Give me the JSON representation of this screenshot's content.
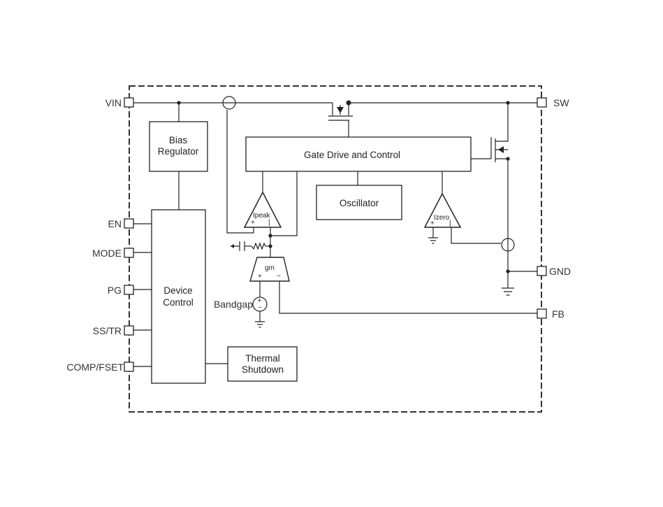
{
  "pins": {
    "vin": "VIN",
    "en": "EN",
    "mode": "MODE",
    "pg": "PG",
    "ss_tr": "SS/TR",
    "comp_fset": "COMP/FSET",
    "sw": "SW",
    "gnd": "GND",
    "fb": "FB"
  },
  "blocks": {
    "bias_line1": "Bias",
    "bias_line2": "Regulator",
    "gate_drive": "Gate Drive and Control",
    "oscillator": "Oscillator",
    "device_line1": "Device",
    "device_line2": "Control",
    "thermal_line1": "Thermal",
    "thermal_line2": "Shutdown"
  },
  "comparators": {
    "ipeak": "Ipeak",
    "izero": "Izero",
    "gm": "gm",
    "plus": "+",
    "minus": "−",
    "bar": "|"
  },
  "sources": {
    "bandgap": "Bandgap"
  },
  "colors": {
    "line": "#222222",
    "border": "#333333"
  }
}
